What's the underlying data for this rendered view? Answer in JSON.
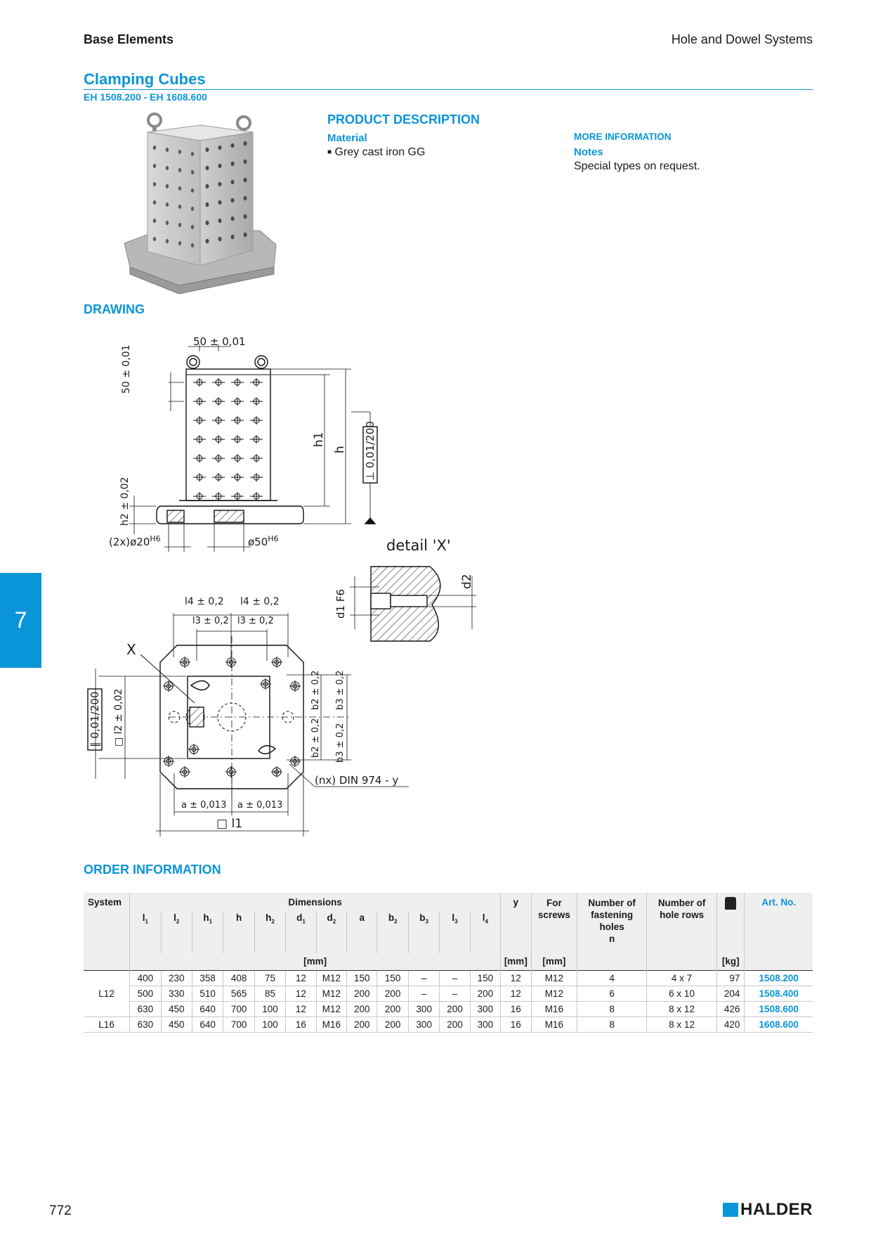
{
  "header": {
    "left": "Base Elements",
    "right": "Hole and Dowel Systems"
  },
  "title": "Clamping Cubes",
  "subtitle": "EH 1508.200 - EH 1608.600",
  "description": {
    "heading": "PRODUCT DESCRIPTION",
    "material_label": "Material",
    "material_item": "Grey cast iron GG"
  },
  "more_info": {
    "heading": "MORE INFORMATION",
    "notes_label": "Notes",
    "notes_text": "Special types on request."
  },
  "drawing": {
    "heading": "DRAWING",
    "labels": {
      "top_pitch": "50 ± 0,01",
      "side_pitch": "50 ± 0,01",
      "h1": "h1",
      "h": "h",
      "perp": "⊥ 0,01/200",
      "h2": "h2 ± 0,02",
      "dowel": "(2x)ø20",
      "center": "ø50",
      "tol": "H6",
      "detail": "detail 'X'",
      "d1": "d1",
      "d1_tol": "F6",
      "d2": "d2",
      "l4": "l4 ± 0,2",
      "l3": "l3 ± 0,2",
      "x": "X",
      "par": "0,01/200",
      "l2": "□ l2 ± 0,02",
      "b2": "b2 ± 0,2",
      "b3": "b3 ± 0,2",
      "din": "(nx) DIN 974 - y",
      "a": "a ± 0,013",
      "l1": "□ l1"
    }
  },
  "order": {
    "heading": "ORDER INFORMATION",
    "headers": {
      "system": "System",
      "dimensions": "Dimensions",
      "y": "y",
      "for_screws": "For screws",
      "fastening": "Number of fastening holes",
      "n": "n",
      "rows": "Number of hole rows",
      "artno": "Art. No.",
      "mm": "[mm]",
      "kg": "[kg]"
    },
    "dim_cols": [
      "l1",
      "l2",
      "h1",
      "h",
      "h2",
      "d1",
      "d2",
      "a",
      "b2",
      "b3",
      "l3",
      "l4"
    ],
    "rows": [
      {
        "system": "",
        "vals": [
          "400",
          "230",
          "358",
          "408",
          "75",
          "12",
          "M12",
          "150",
          "150",
          "–",
          "–",
          "150"
        ],
        "y": "12",
        "screw": "M12",
        "holes": "4",
        "rows": "4 x  7",
        "kg": "97",
        "art": "1508.200"
      },
      {
        "system": "L12",
        "vals": [
          "500",
          "330",
          "510",
          "565",
          "85",
          "12",
          "M12",
          "200",
          "200",
          "–",
          "–",
          "200"
        ],
        "y": "12",
        "screw": "M12",
        "holes": "6",
        "rows": "6 x 10",
        "kg": "204",
        "art": "1508.400"
      },
      {
        "system": "",
        "vals": [
          "630",
          "450",
          "640",
          "700",
          "100",
          "12",
          "M12",
          "200",
          "200",
          "300",
          "200",
          "300"
        ],
        "y": "16",
        "screw": "M16",
        "holes": "8",
        "rows": "8 x 12",
        "kg": "426",
        "art": "1508.600"
      },
      {
        "system": "L16",
        "vals": [
          "630",
          "450",
          "640",
          "700",
          "100",
          "16",
          "M16",
          "200",
          "200",
          "300",
          "200",
          "300"
        ],
        "y": "16",
        "screw": "M16",
        "holes": "8",
        "rows": "8 x 12",
        "kg": "420",
        "art": "1608.600"
      }
    ]
  },
  "side_tab": "7",
  "footer": {
    "page": "772",
    "brand": "HALDER"
  }
}
